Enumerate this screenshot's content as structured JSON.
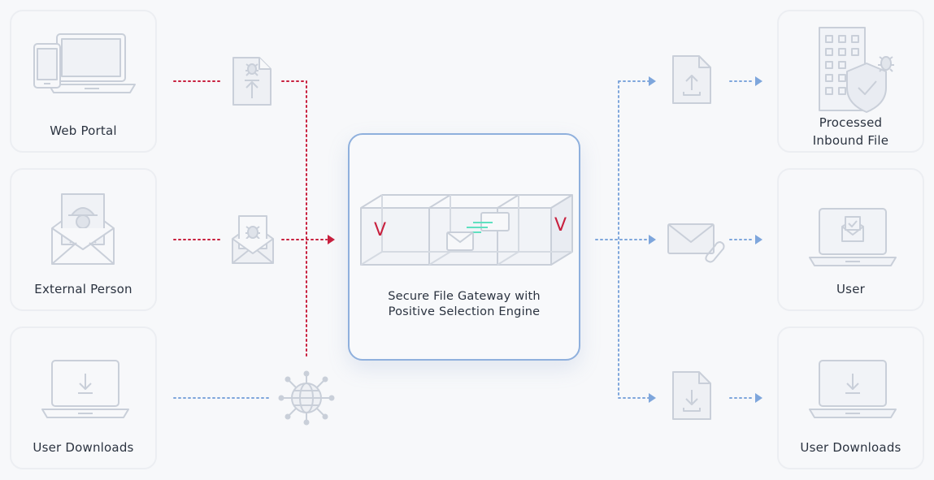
{
  "sources": [
    {
      "label": "Web Portal"
    },
    {
      "label": "External Person"
    },
    {
      "label": "User Downloads"
    }
  ],
  "gateway": {
    "title_line1": "Secure File Gateway with",
    "title_line2": "Positive Selection Engine",
    "check_left": "V",
    "check_right": "V"
  },
  "destinations": [
    {
      "label_line1": "Processed",
      "label_line2": "Inbound File"
    },
    {
      "label": "User"
    },
    {
      "label": "User Downloads"
    }
  ],
  "colors": {
    "threat": "#c8203e",
    "safe": "#7ea6dc",
    "icon_stroke": "#c9cfd9",
    "accent_green": "#5fe0c0"
  },
  "icons": {
    "source_1": "devices-icon",
    "source_2": "hacker-envelope-icon",
    "source_3": "laptop-download-icon",
    "transit_1": "infected-file-upload-icon",
    "transit_2": "infected-envelope-icon",
    "transit_3": "globe-network-icon",
    "out_1": "file-upload-icon",
    "out_2": "envelope-attachment-icon",
    "out_3": "file-download-icon",
    "dest_1": "building-shield-icon",
    "dest_2": "laptop-mail-icon",
    "dest_3": "laptop-download-icon"
  }
}
